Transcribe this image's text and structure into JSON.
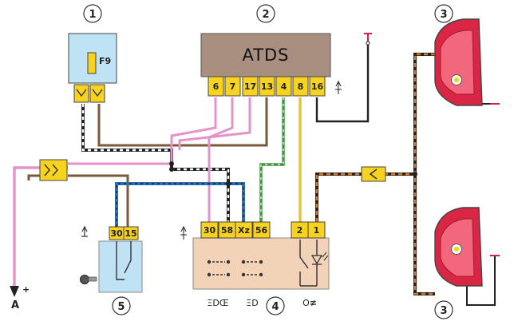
{
  "callouts": [
    "1",
    "2",
    "3",
    "4",
    "5",
    "3"
  ],
  "fuse_label": "F9",
  "atds": {
    "title": "ATDS",
    "pins": [
      "6",
      "7",
      "17",
      "13",
      "4",
      "8",
      "16"
    ]
  },
  "relay4": {
    "pins": [
      "30",
      "58",
      "Xz",
      "56",
      "2",
      "1"
    ],
    "symbols": [
      "ΞDŒ",
      "ΞD",
      "O≢"
    ]
  },
  "switch5": {
    "pins": [
      "30",
      "15"
    ]
  },
  "output": {
    "label": "A",
    "sign": "+"
  },
  "colors": {
    "pink": "#e393c9",
    "brown": "#7b5a3c",
    "blue": "#2b6fb8",
    "green": "#3a9a3a",
    "yellow": "#e2c33a",
    "orange": "#e07a1e",
    "connector": "#f7d21e",
    "atds_body": "#a88f80",
    "relay_body": "#f2d3b8",
    "fuse_box": "#bfe3f5",
    "lamp_red": "#e2294a"
  }
}
